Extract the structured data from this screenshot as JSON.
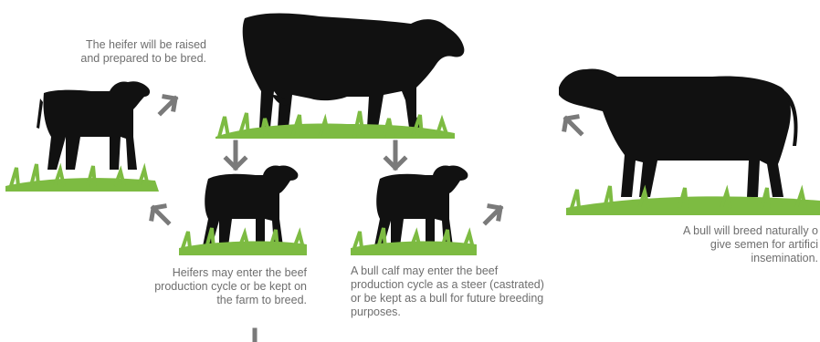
{
  "captions": {
    "heifer_raised": [
      "The heifer will be raised",
      "and prepared to be bred."
    ],
    "heifers_enter": [
      "Heifers may enter the beef",
      "production cycle or be kept on",
      "the farm to breed."
    ],
    "bull_calf": [
      "A bull calf may enter the beef",
      "production cycle as a steer (castrated)",
      "or be kept as a bull for future breeding",
      "purposes."
    ],
    "bull_breed": [
      "A bull will breed naturally o",
      "give semen for artifici",
      "insemination."
    ]
  },
  "colors": {
    "silhouette": "#111111",
    "grass": "#7dbb42",
    "grass_dark": "#5f9a2c",
    "arrow": "#7a7a7a",
    "text": "#6e6e6e"
  }
}
